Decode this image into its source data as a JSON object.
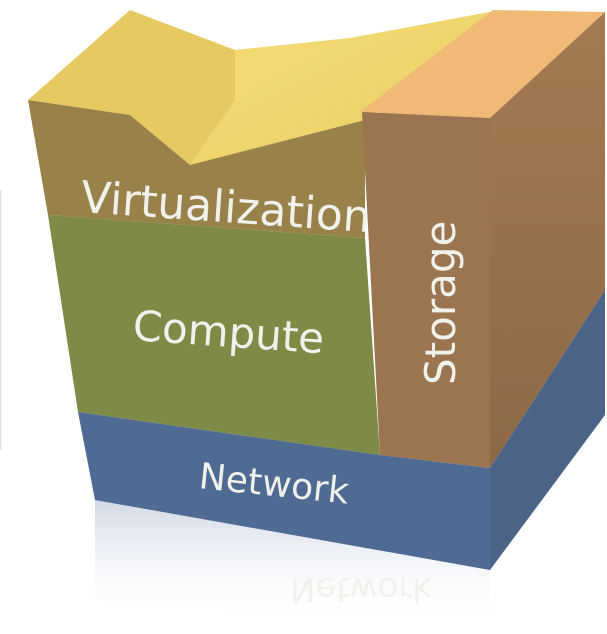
{
  "diagram": {
    "layers": {
      "virtualization": {
        "label": "Virtualization",
        "color": "#98824a"
      },
      "compute": {
        "label": "Compute",
        "color": "#7e8a45"
      },
      "storage": {
        "label": "Storage",
        "color": "#9a7550"
      },
      "network": {
        "label": "Network",
        "color": "#4f6a93"
      }
    },
    "reflection_label": "Network"
  }
}
